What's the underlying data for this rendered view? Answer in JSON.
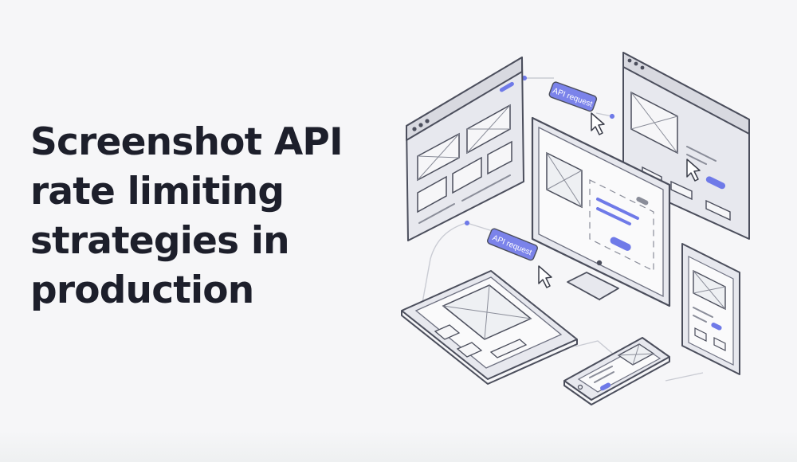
{
  "headline": {
    "lines": [
      "Screenshot API",
      "rate limiting",
      "strategies in",
      "production"
    ]
  },
  "illustration": {
    "badges": [
      {
        "label": "API request"
      },
      {
        "label": "API request"
      }
    ]
  },
  "colors": {
    "background": "#f6f6f8",
    "text": "#1d1f2b",
    "accent": "#6f7ae8",
    "line": "#4b4e5c",
    "device_fill": "#e7e8ee",
    "screen_fill": "#fafafb"
  },
  "icons": [
    "cursor-icon",
    "image-placeholder-icon"
  ]
}
